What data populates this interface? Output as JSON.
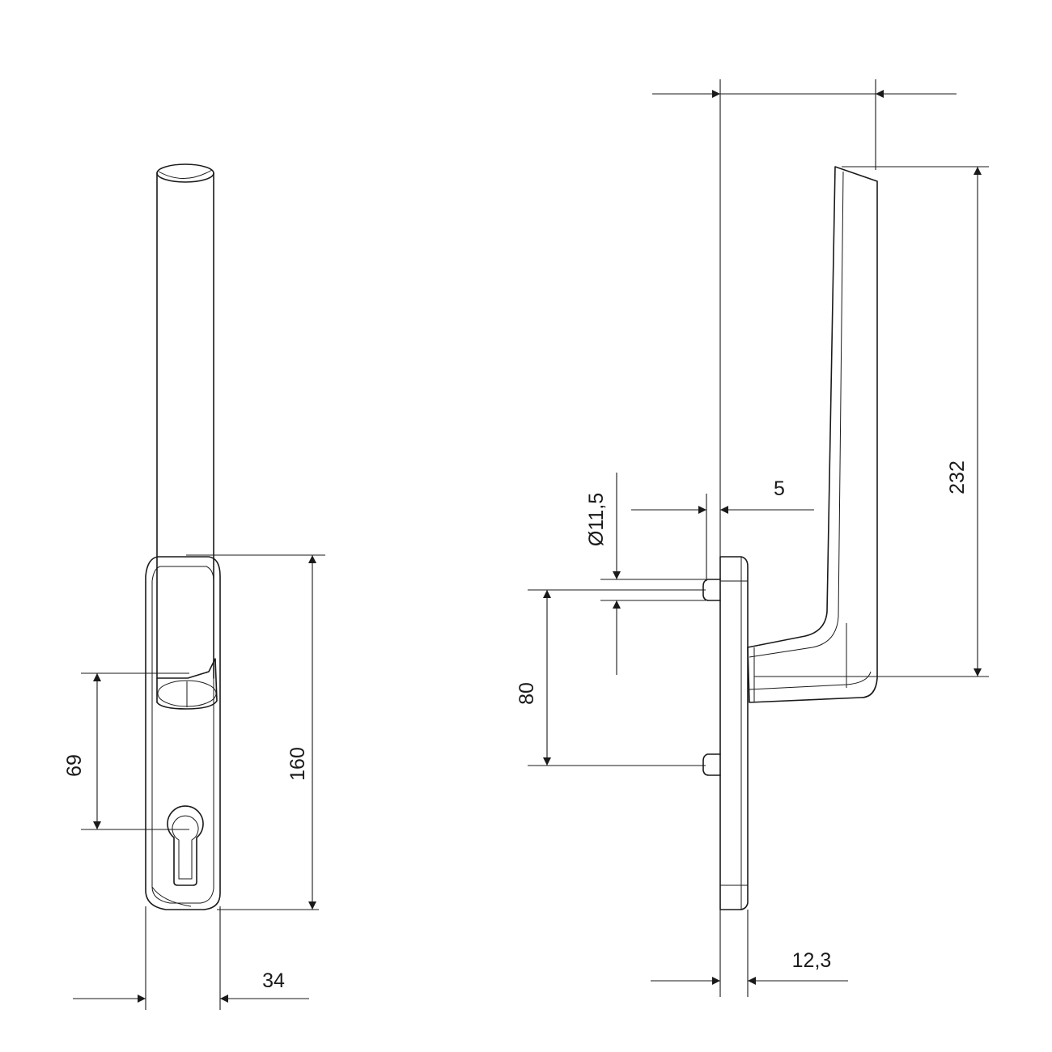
{
  "front_view": {
    "dim_width": "34",
    "dim_height_plate": "160",
    "dim_handle_to_cylinder": "69"
  },
  "side_view": {
    "dim_handle_length": "232",
    "dim_offset": "5",
    "dim_pin_diameter": "Ø11,5",
    "dim_pin_spacing": "80",
    "dim_plate_thickness": "12,3"
  },
  "colors": {
    "line": "#1a1a1a",
    "background": "#ffffff"
  }
}
